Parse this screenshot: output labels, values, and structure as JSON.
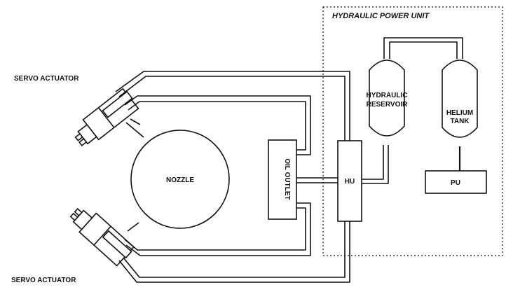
{
  "hpu": {
    "title": "HYDRAULIC POWER UNIT"
  },
  "labels": {
    "servo_top": "SERVO ACTUATOR",
    "servo_bottom": "SERVO ACTUATOR",
    "nozzle": "NOZZLE",
    "oil_outlet": "OIL OUTLET",
    "hu": "HU",
    "reservoir_line1": "HYDRAULIC",
    "reservoir_line2": "RESERVOIR",
    "helium_line1": "HELIUM",
    "helium_line2": "TANK",
    "pu": "PU"
  }
}
